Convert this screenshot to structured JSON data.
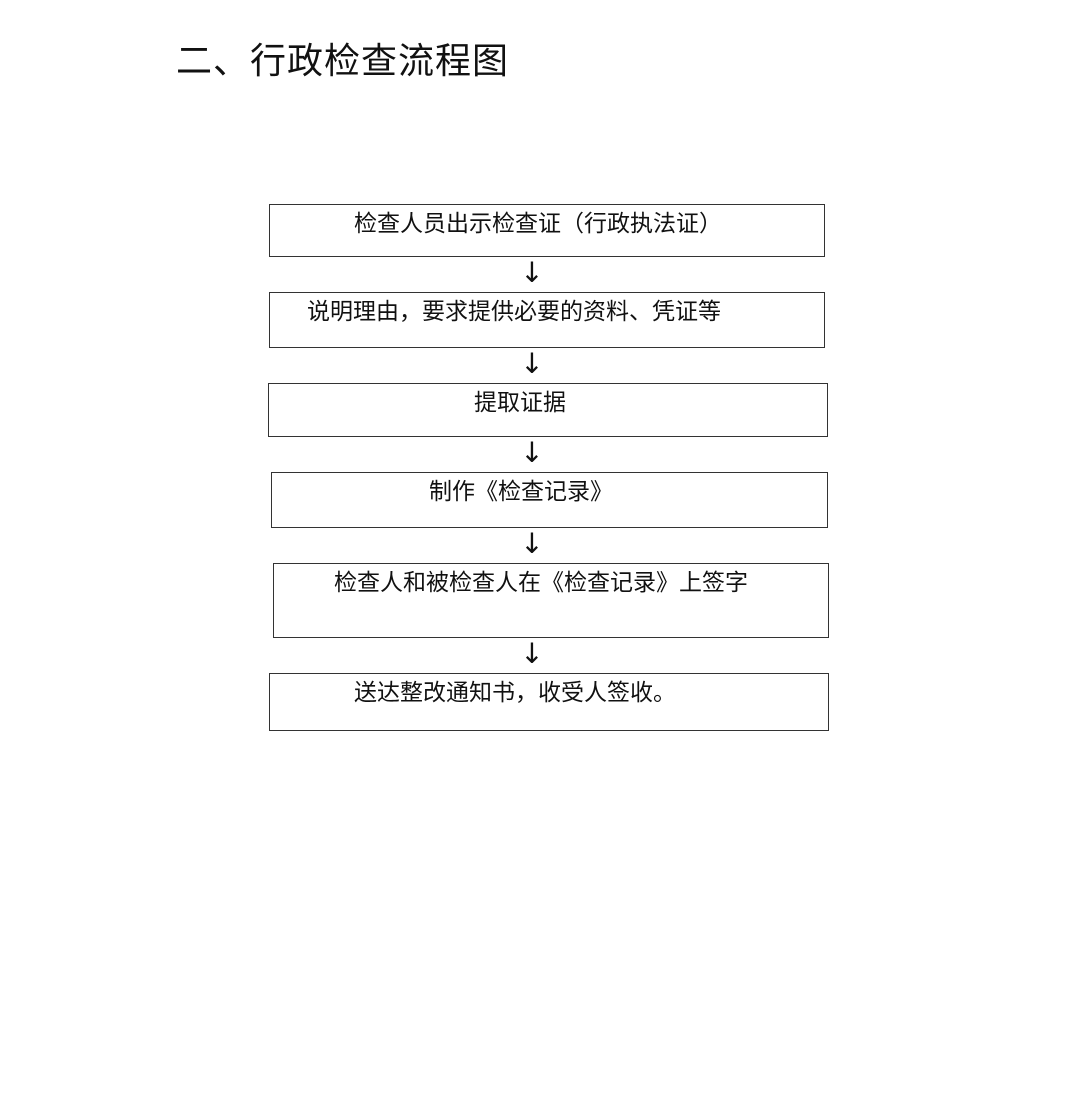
{
  "title": "二、行政检查流程图",
  "flowchart": {
    "steps": [
      {
        "label": "检查人员出示检查证（行政执法证）"
      },
      {
        "label": "说明理由，要求提供必要的资料、凭证等"
      },
      {
        "label": "提取证据"
      },
      {
        "label": "制作《检查记录》"
      },
      {
        "label": "检查人和被检查人在《检查记录》上签字"
      },
      {
        "label": "送达整改通知书，收受人签收。"
      }
    ],
    "arrow_glyph": "↓"
  }
}
